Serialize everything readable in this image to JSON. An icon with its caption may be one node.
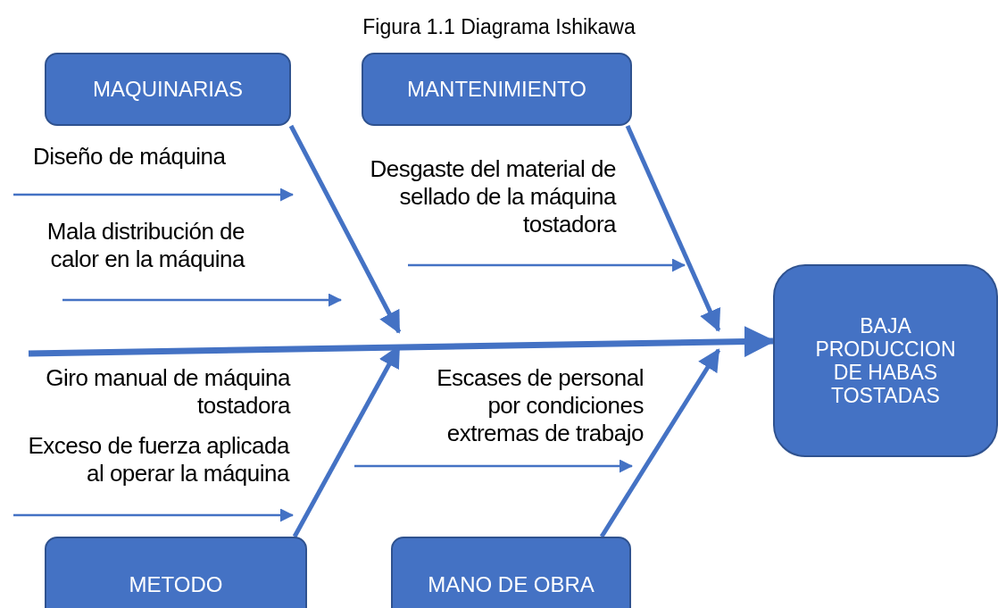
{
  "diagram": {
    "title": "Figura 1.1 Diagrama Ishikawa",
    "nodes": [
      {
        "text": [
          "MAQUINARIAS"
        ]
      },
      {
        "text": [
          "MANTENIMIENTO"
        ]
      },
      {
        "text": [
          "BAJA PRODUCCION DE HABAS TOSTADAS"
        ]
      },
      {
        "text": [
          "METODO"
        ]
      },
      {
        "text": [
          "MANO DE OBRA"
        ]
      }
    ],
    "edges": [
      {
        "from": null,
        "to": 2,
        "arrow": "to"
      },
      {
        "from": 0,
        "to": null,
        "arrow": "to"
      },
      {
        "from": 1,
        "to": null,
        "arrow": "to"
      },
      {
        "from": 3,
        "to": null,
        "arrow": "to"
      },
      {
        "from": 4,
        "to": null,
        "arrow": "to"
      }
    ],
    "labels": [
      "Diseño de máquina",
      "Desgaste del material de sellado de la máquina tostadora",
      "Mala distribución de calor en la máquina",
      "Giro manual de máquina tostadora",
      "Escases de personal por condiciones extremas de trabajo",
      "Exceso de fuerza aplicada al operar la máquina"
    ]
  }
}
